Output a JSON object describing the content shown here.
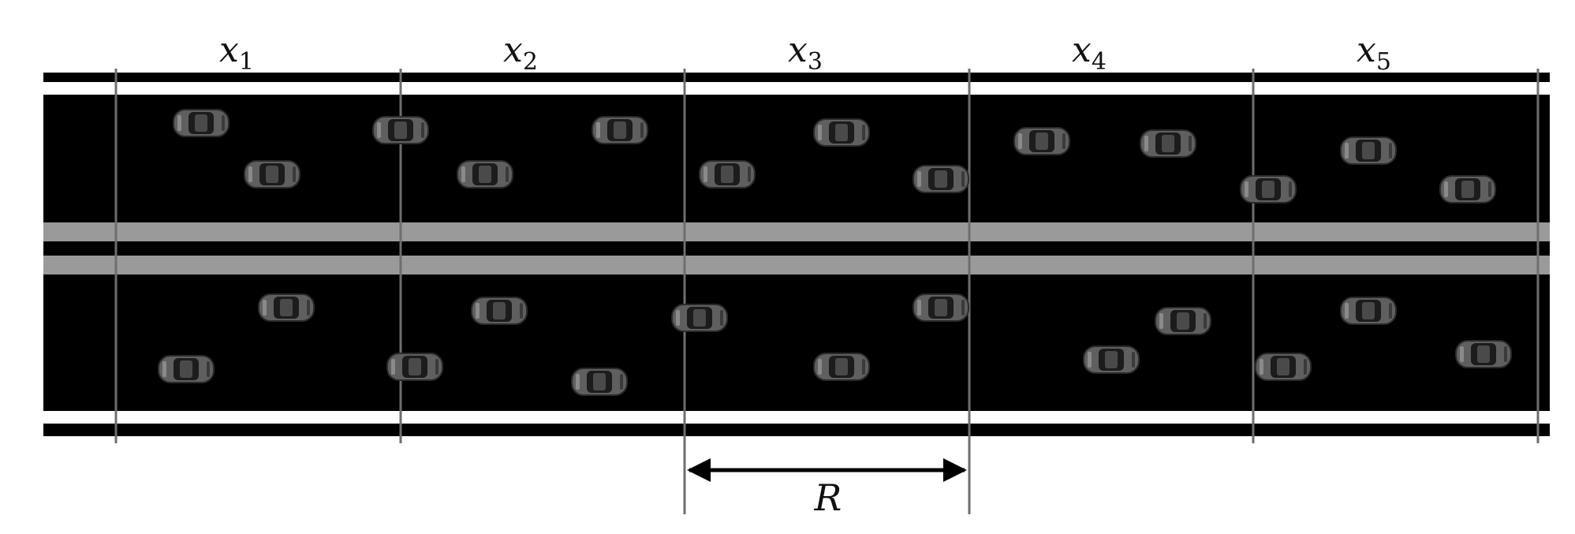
{
  "segments": [
    {
      "base": "x",
      "sub": "1"
    },
    {
      "base": "x",
      "sub": "2"
    },
    {
      "base": "x",
      "sub": "3"
    },
    {
      "base": "x",
      "sub": "4"
    },
    {
      "base": "x",
      "sub": "5"
    }
  ],
  "range_label": "R",
  "colors": {
    "road": "#000000",
    "edge_line": "#ffffff",
    "median": "#9a9a9a",
    "divider": "#6e6e6e",
    "car_body": "#5f5f5f",
    "car_glass": "#1c1c1c",
    "arrow": "#000000"
  },
  "icons": {
    "car": "car-icon",
    "arrow": "double-arrow-icon"
  }
}
